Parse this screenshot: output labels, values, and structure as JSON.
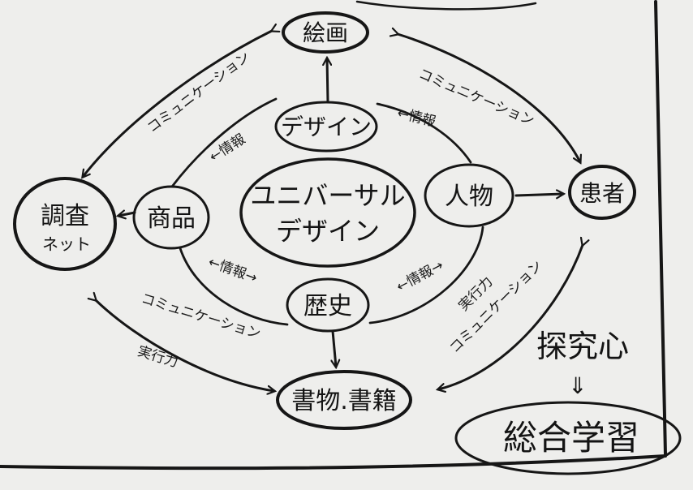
{
  "nodes": {
    "kaiga": "絵画",
    "design": "デザイン",
    "universal_design_line1": "ユニバーサル",
    "universal_design_line2": "デザイン",
    "shohin": "商品",
    "jinbutsu": "人物",
    "rekishi": "歴史",
    "chosa_line1": "調査",
    "chosa_line2": "ネット",
    "kanja": "患者",
    "shomotsu": "書物.書籍",
    "tankyushin": "探究心",
    "sogo_gakushu": "総合学習"
  },
  "edges": {
    "comm_kaiga_chosa": "コミュニケーション",
    "comm_kaiga_kanja": "コミュニケーション",
    "joho_shohin_design": "←情報",
    "joho_design_jinbutsu": "←情報",
    "joho_shohin_rekishi": "←情報→",
    "joho_rekishi_jinbutsu": "←情報→",
    "comm_chosa_shomotsu": "コミュニケーション",
    "jikkoryoku_chosa_shomotsu": "実行力",
    "jikkoryoku_kanja": "実行力",
    "comm_kanja_shomotsu": "コミュニケーション",
    "tankyu_arrow": "⇓"
  }
}
